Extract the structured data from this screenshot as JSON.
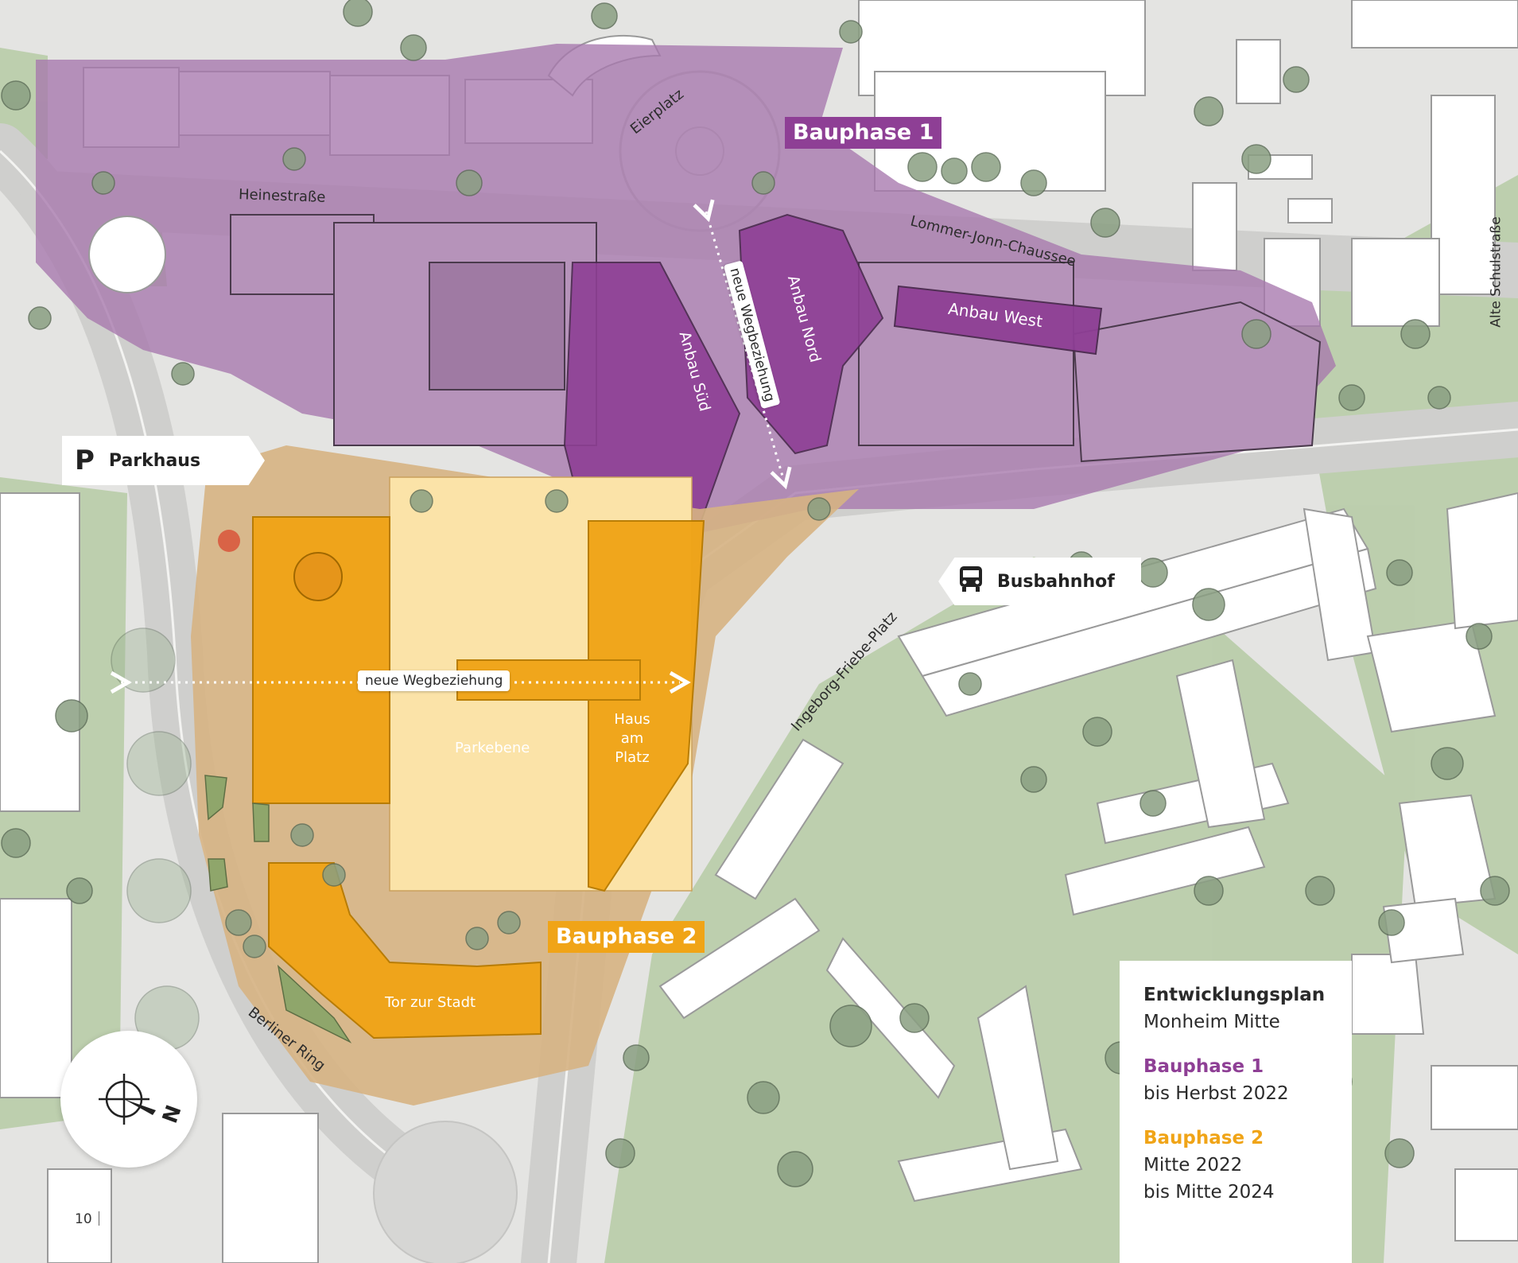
{
  "colors": {
    "phase1": "#8e3f95",
    "phase1_area": "#a777ad",
    "phase2": "#f0a417",
    "phase2_area": "#d6b283",
    "green": "#b3c9a4",
    "building": "#ffffff",
    "street": "#dcdcda"
  },
  "labels": {
    "bauphase1": "Bauphase 1",
    "bauphase2": "Bauphase 2",
    "anbau_sued": "Anbau Süd",
    "anbau_nord": "Anbau Nord",
    "anbau_west": "Anbau West",
    "neue_weg_vertical": "neue Wegbeziehung",
    "neue_weg_horizontal": "neue Wegbeziehung",
    "haus_am_platz": "Haus am Platz",
    "parkebene": "Parkebene",
    "tor_zur_stadt": "Tor zur Stadt",
    "eierplatz": "Eierplatz",
    "heinestrasse": "Heinestraße",
    "lommer": "Lommer-Jonn-Chaussee",
    "alte_schulstrasse": "Alte Schulstraße",
    "ingeborg": "Ingeborg-Friebe-Platz",
    "berliner_ring": "Berliner Ring"
  },
  "callouts": {
    "parkhaus": {
      "icon": "parking-icon",
      "letter": "P",
      "label": "Parkhaus"
    },
    "busbahnhof": {
      "icon": "bus-icon",
      "label": "Busbahnhof"
    }
  },
  "legend": {
    "title": "Entwicklungsplan",
    "subtitle": "Monheim Mitte",
    "phase1_title": "Bauphase 1",
    "phase1_date": "bis Herbst 2022",
    "phase2_title": "Bauphase 2",
    "phase2_date1": "Mitte 2022",
    "phase2_date2": "bis Mitte 2024"
  },
  "compass": {
    "icon": "compass-icon",
    "label": "N"
  },
  "page_number": "10"
}
